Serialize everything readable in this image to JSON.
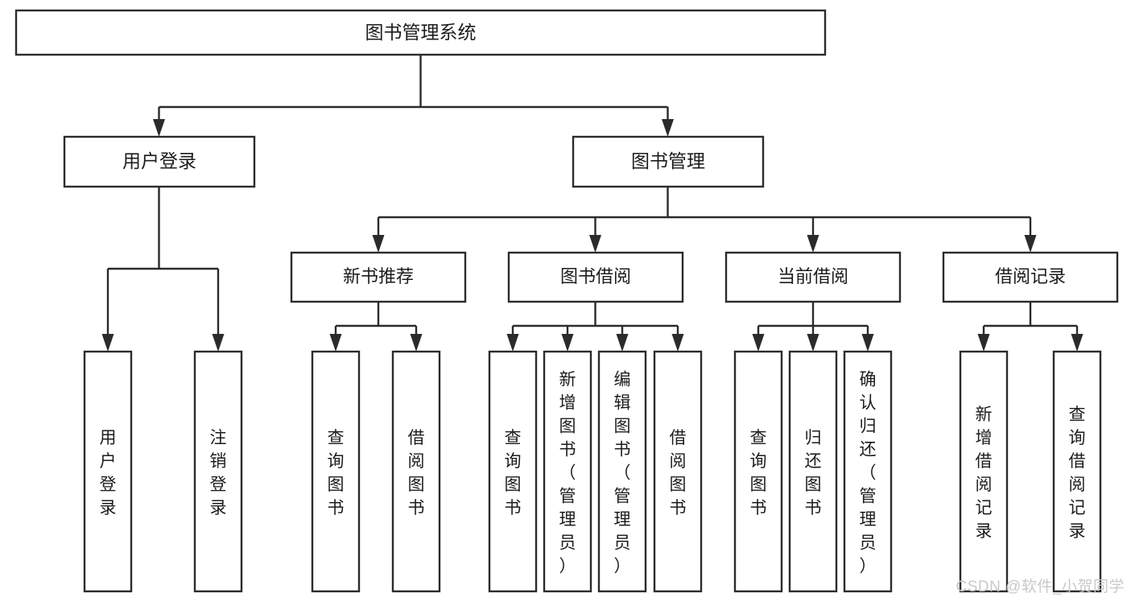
{
  "diagram": {
    "type": "tree-hierarchy-diagram",
    "title": "图书管理系统",
    "watermark": "CSDN @软件_小贺同学",
    "colors": {
      "stroke": "#2b2b2b",
      "fill": "#ffffff",
      "text": "#1c1c1c",
      "watermark": "#c9c9c9"
    },
    "root": {
      "label": "图书管理系统",
      "level": 1
    },
    "level2": [
      {
        "label": "用户登录"
      },
      {
        "label": "图书管理"
      }
    ],
    "level3": [
      {
        "label": "新书推荐"
      },
      {
        "label": "图书借阅"
      },
      {
        "label": "当前借阅"
      },
      {
        "label": "借阅记录"
      }
    ],
    "leaves": {
      "user_login": [
        {
          "label": "用户登录"
        },
        {
          "label": "注销登录"
        }
      ],
      "new_book_recommend": [
        {
          "label": "查询图书"
        },
        {
          "label": "借阅图书"
        }
      ],
      "book_borrow": [
        {
          "label": "查询图书"
        },
        {
          "label": "新增图书（管理员）"
        },
        {
          "label": "编辑图书（管理员）"
        },
        {
          "label": "借阅图书"
        }
      ],
      "current_borrow": [
        {
          "label": "查询图书"
        },
        {
          "label": "归还图书"
        },
        {
          "label": "确认归还（管理员）"
        }
      ],
      "borrow_record": [
        {
          "label": "新增借阅记录"
        },
        {
          "label": "查询借阅记录"
        }
      ]
    }
  }
}
